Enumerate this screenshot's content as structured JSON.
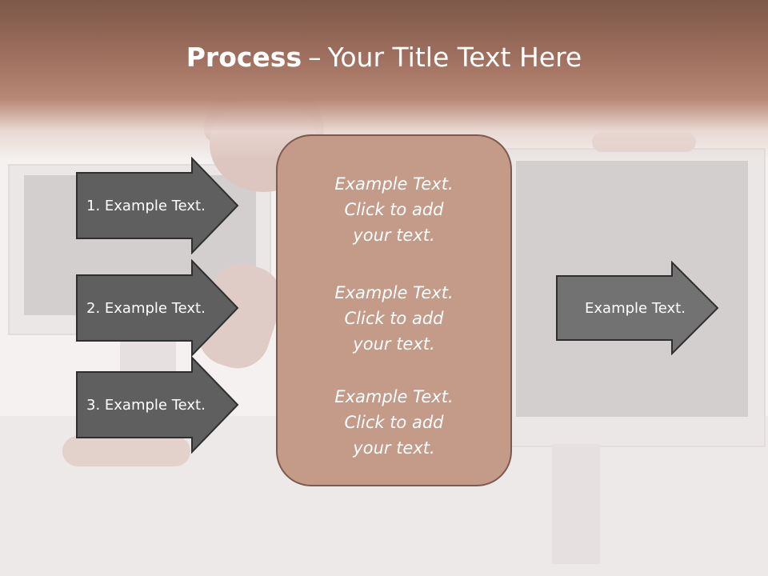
{
  "title": {
    "bold": "Process",
    "separator": "–",
    "rest": "Your Title Text Here"
  },
  "steps": [
    {
      "label": "1. Example Text."
    },
    {
      "label": "2. Example Text."
    },
    {
      "label": "3. Example Text."
    }
  ],
  "center_box": {
    "texts": [
      "Example Text.\nClick  to add\nyour text.",
      "Example Text.\nClick  to add\nyour text.",
      "Example Text.\nClick  to add\nyour text."
    ]
  },
  "result": {
    "label": "Example Text."
  },
  "colors": {
    "arrow_fill": "#5f5f5f",
    "arrow_stroke": "#2f2f2f",
    "result_arrow_fill": "#727272",
    "center_fill": "#c49a89",
    "title_band": "#9e6f5e"
  }
}
